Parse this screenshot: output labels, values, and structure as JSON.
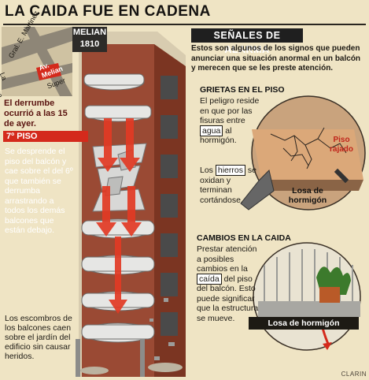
{
  "headline": "LA CAIDA FUE EN CADENA",
  "map": {
    "street_top": "Gral. E. Martinez",
    "street_left": "La Pampa",
    "street_mid": "Av. Melian",
    "street_bottom": "Super"
  },
  "building_tag": {
    "name": "MELIAN",
    "number": "1810"
  },
  "left": {
    "collapse_time": "El derrumbe ocurrió a las 15 de ayer.",
    "floor_badge": "7º PISO",
    "floor_description": "Se desprende el piso del balcón y cae sobre el del 6º que también se derrumba arrastrando a todos los demás balcones que están debajo.",
    "debris_description": "Los escombros de los balcones caen sobre el jardín del edificio sin causar heridos."
  },
  "right": {
    "title": "SEÑALES DE ALARMA",
    "intro": "Estos son algunos de los signos que pueden anunciar una situación anormal en un balcón y merecen que se les preste atención.",
    "section1": {
      "title": "GRIETAS EN EL PISO",
      "line1": "El peligro reside en que por las fisuras entre",
      "boxed1": "agua",
      "line2": "al hormigón.",
      "line3_pre": "Los",
      "boxed2": "hierros",
      "line3_post": "se oxidan y terminan cortándose.",
      "label_piso": "Piso rajado",
      "label_losa": "Losa de hormigón"
    },
    "section2": {
      "title": "CAMBIOS EN LA CAIDA",
      "line1": "Prestar atención a posibles cambios en la",
      "boxed": "caída",
      "line2": "del piso del balcón. Esto puede significar que la estructura se mueve.",
      "label_losa": "Losa de hormigón"
    }
  },
  "credit": "CLARIN",
  "colors": {
    "background": "#efe4c4",
    "building": "#9a4a34",
    "balcony": "#e6e6e4",
    "alarm_red": "#d42a1c",
    "dark": "#1f1f1f"
  }
}
